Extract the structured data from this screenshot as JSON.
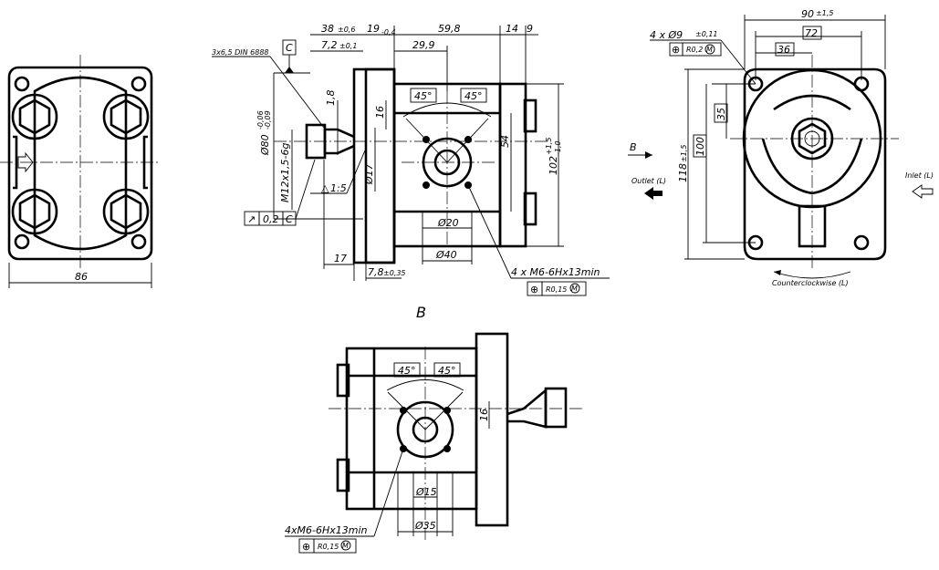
{
  "view_label": "B",
  "left_view": {
    "width_dim": "86"
  },
  "side_view": {
    "thread_note": "3x6,5 DIN 6888",
    "datum": "C",
    "dim_38": "38",
    "dim_38_tol": "±0,6",
    "dim_19": "19",
    "dim_19_tol": "-0,4",
    "dim_59": "59,8",
    "dim_14": "14",
    "dim_9": "9",
    "dim_7_2": "7,2",
    "dim_7_2_tol": "±0,1",
    "dim_29_9": "29,9",
    "dim_1_8": "1,8",
    "dim_16": "16",
    "angle_1": "45°",
    "angle_2": "45°",
    "dim_54": "54",
    "dim_102": "102",
    "dim_102_tol_up": "+1,5",
    "dim_102_tol_dn": "-1,0",
    "dia_80": "Ø80",
    "dia_80_tol_up": "-0,06",
    "dia_80_tol_dn": "-0,09",
    "thread_m12": "M12x1,5-6g",
    "taper": "1:5",
    "dia_17": "Ø17",
    "dia_20": "Ø20",
    "dia_40": "Ø40",
    "runout_sym": "↗",
    "runout_val": "0,2",
    "runout_datum": "C",
    "dim_17": "17",
    "dim_7_8": "7,8",
    "dim_7_8_tol": "±0,35",
    "hole_note": "4 x M6-6Hx13min",
    "pos_tol": "R0,15",
    "pos_mod": "M"
  },
  "right_view": {
    "hole_note": "4 x Ø9",
    "hole_tol": "±0,11",
    "pos_tol": "R0,2",
    "pos_mod": "M",
    "dim_90": "90",
    "dim_90_tol": "±1,5",
    "dim_72": "72",
    "dim_36": "36",
    "dim_35": "35",
    "dim_100": "100",
    "dim_118": "118",
    "dim_118_tol": "±1,5",
    "view_arrow": "B",
    "outlet": "Outlet (L)",
    "inlet": "Inlet (L)",
    "rotation": "Counterclockwise (L)"
  },
  "bottom_view": {
    "angle_1": "45°",
    "angle_2": "45°",
    "dim_16": "16",
    "dia_15": "Ø15",
    "dia_35": "Ø35",
    "hole_note": "4xM6-6Hx13min",
    "pos_tol": "R0,15",
    "pos_mod": "M"
  }
}
